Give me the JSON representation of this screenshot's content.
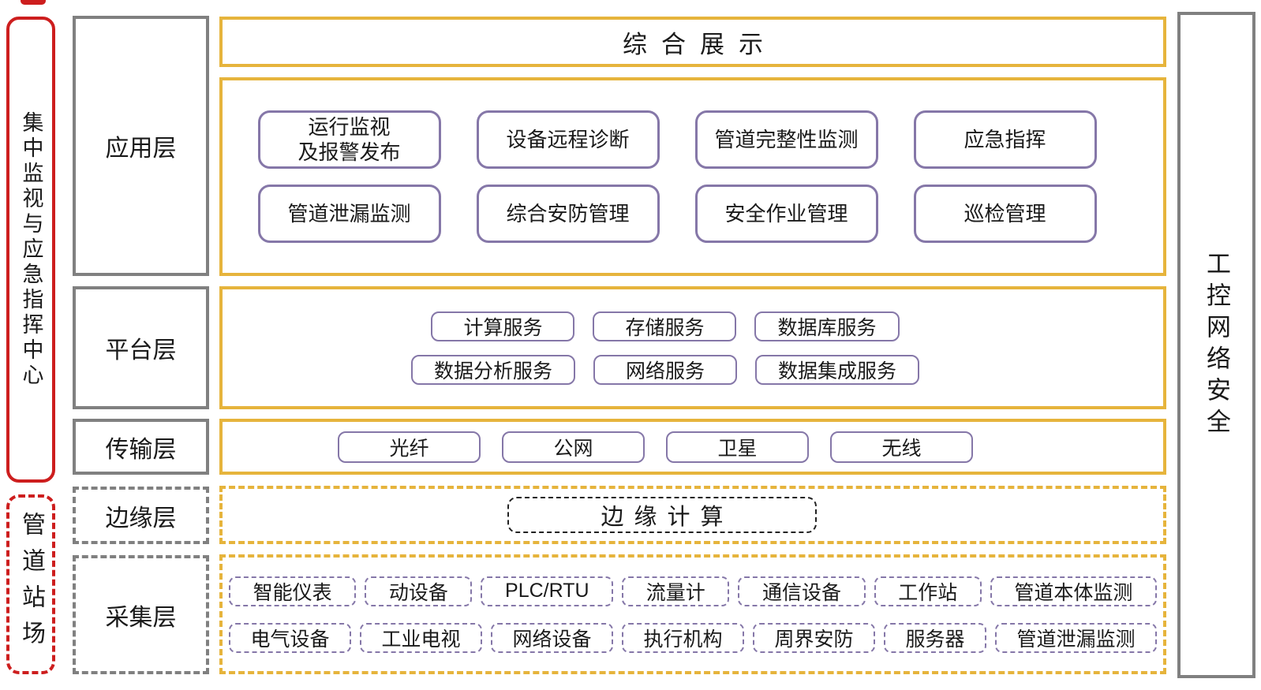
{
  "colors": {
    "gold": "#E6B43C",
    "red": "#CD1E1E",
    "gray": "#808080",
    "purple": "#8577A8",
    "ink": "#1A1A1A"
  },
  "left_sidebar": {
    "top_label": "集中监视与应急指挥中心",
    "bottom_label": "管道站场"
  },
  "layers": [
    {
      "label": "应用层"
    },
    {
      "label": "平台层"
    },
    {
      "label": "传输层"
    },
    {
      "label": "边缘层"
    },
    {
      "label": "采集层"
    }
  ],
  "banner": {
    "label": "综合展示"
  },
  "application": {
    "rows": [
      [
        "运行监视\n及报警发布",
        "设备远程诊断",
        "管道完整性监测",
        "应急指挥"
      ],
      [
        "管道泄漏监测",
        "综合安防管理",
        "安全作业管理",
        "巡检管理"
      ]
    ]
  },
  "platform": {
    "rows": [
      [
        "计算服务",
        "存储服务",
        "数据库服务"
      ],
      [
        "数据分析服务",
        "网络服务",
        "数据集成服务"
      ]
    ]
  },
  "transport": {
    "items": [
      "光纤",
      "公网",
      "卫星",
      "无线"
    ]
  },
  "edge": {
    "item": "边缘计算"
  },
  "collection": {
    "rows": [
      [
        "智能仪表",
        "动设备",
        "PLC/RTU",
        "流量计",
        "通信设备",
        "工作站",
        "管道本体监测"
      ],
      [
        "电气设备",
        "工业电视",
        "网络设备",
        "执行机构",
        "周界安防",
        "服务器",
        "管道泄漏监测"
      ]
    ]
  },
  "right_sidebar": {
    "label": "工控网络安全"
  }
}
